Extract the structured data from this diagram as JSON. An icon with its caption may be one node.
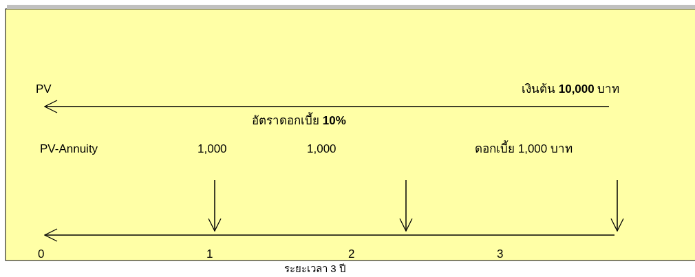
{
  "diagram": {
    "nodes": [
      {
        "text": [
          "PV"
        ]
      },
      {
        "text": [
          "เงินต้น **10,000** บาท"
        ]
      }
    ],
    "edges": [
      {
        "from": 1,
        "to": 0,
        "arrow": "to",
        "label": "อัตราดอกเบี้ย **10%**"
      }
    ],
    "labels": [
      "PV-Annuity",
      "1,000",
      "1,000",
      "ดอกเบี้ย 1,000 บาท",
      "0",
      "1",
      "2",
      "3",
      "ระยะเวลา 3 ปี"
    ]
  }
}
